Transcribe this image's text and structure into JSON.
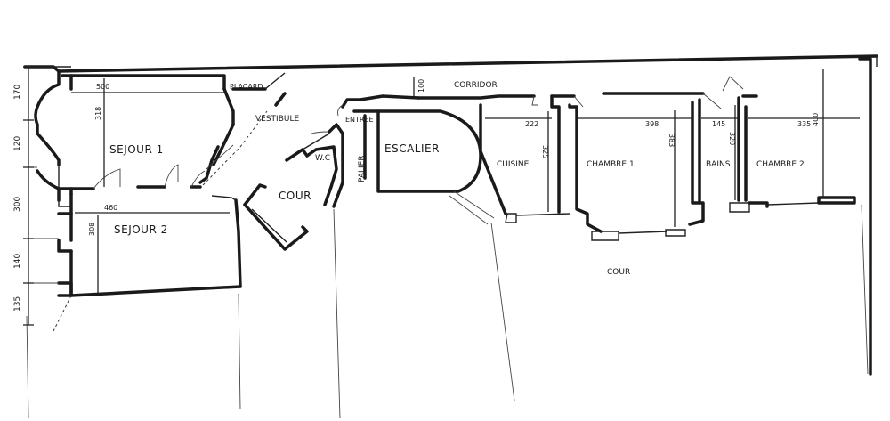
{
  "rooms": {
    "sejour1": "SEJOUR 1",
    "sejour2": "SEJOUR 2",
    "placard": "PLACARD",
    "vestibule": "VESTIBULE",
    "wc": "W.C",
    "cour_small": "COUR",
    "entree": "ENTREE",
    "palier": "PALIER",
    "escalier": "ESCALIER",
    "corridor": "CORRIDOR",
    "cuisine": "CUISINE",
    "chambre1": "CHAMBRE 1",
    "bains": "BAINS",
    "chambre2": "CHAMBRE 2",
    "cour_main": "COUR"
  },
  "dimensions": {
    "sejour1_width": "500",
    "sejour1_depth": "318",
    "sejour2_width": "460",
    "sejour2_depth": "308",
    "corridor_depth": "100",
    "cuisine_width": "222",
    "cuisine_depth": "325",
    "chambre1_width": "398",
    "chambre1_depth": "383",
    "bains_width": "145",
    "bains_depth": "320",
    "chambre2_width": "335",
    "chambre2_depth": "400"
  },
  "left_dimensions": [
    "170",
    "120",
    "300",
    "140",
    "135"
  ]
}
